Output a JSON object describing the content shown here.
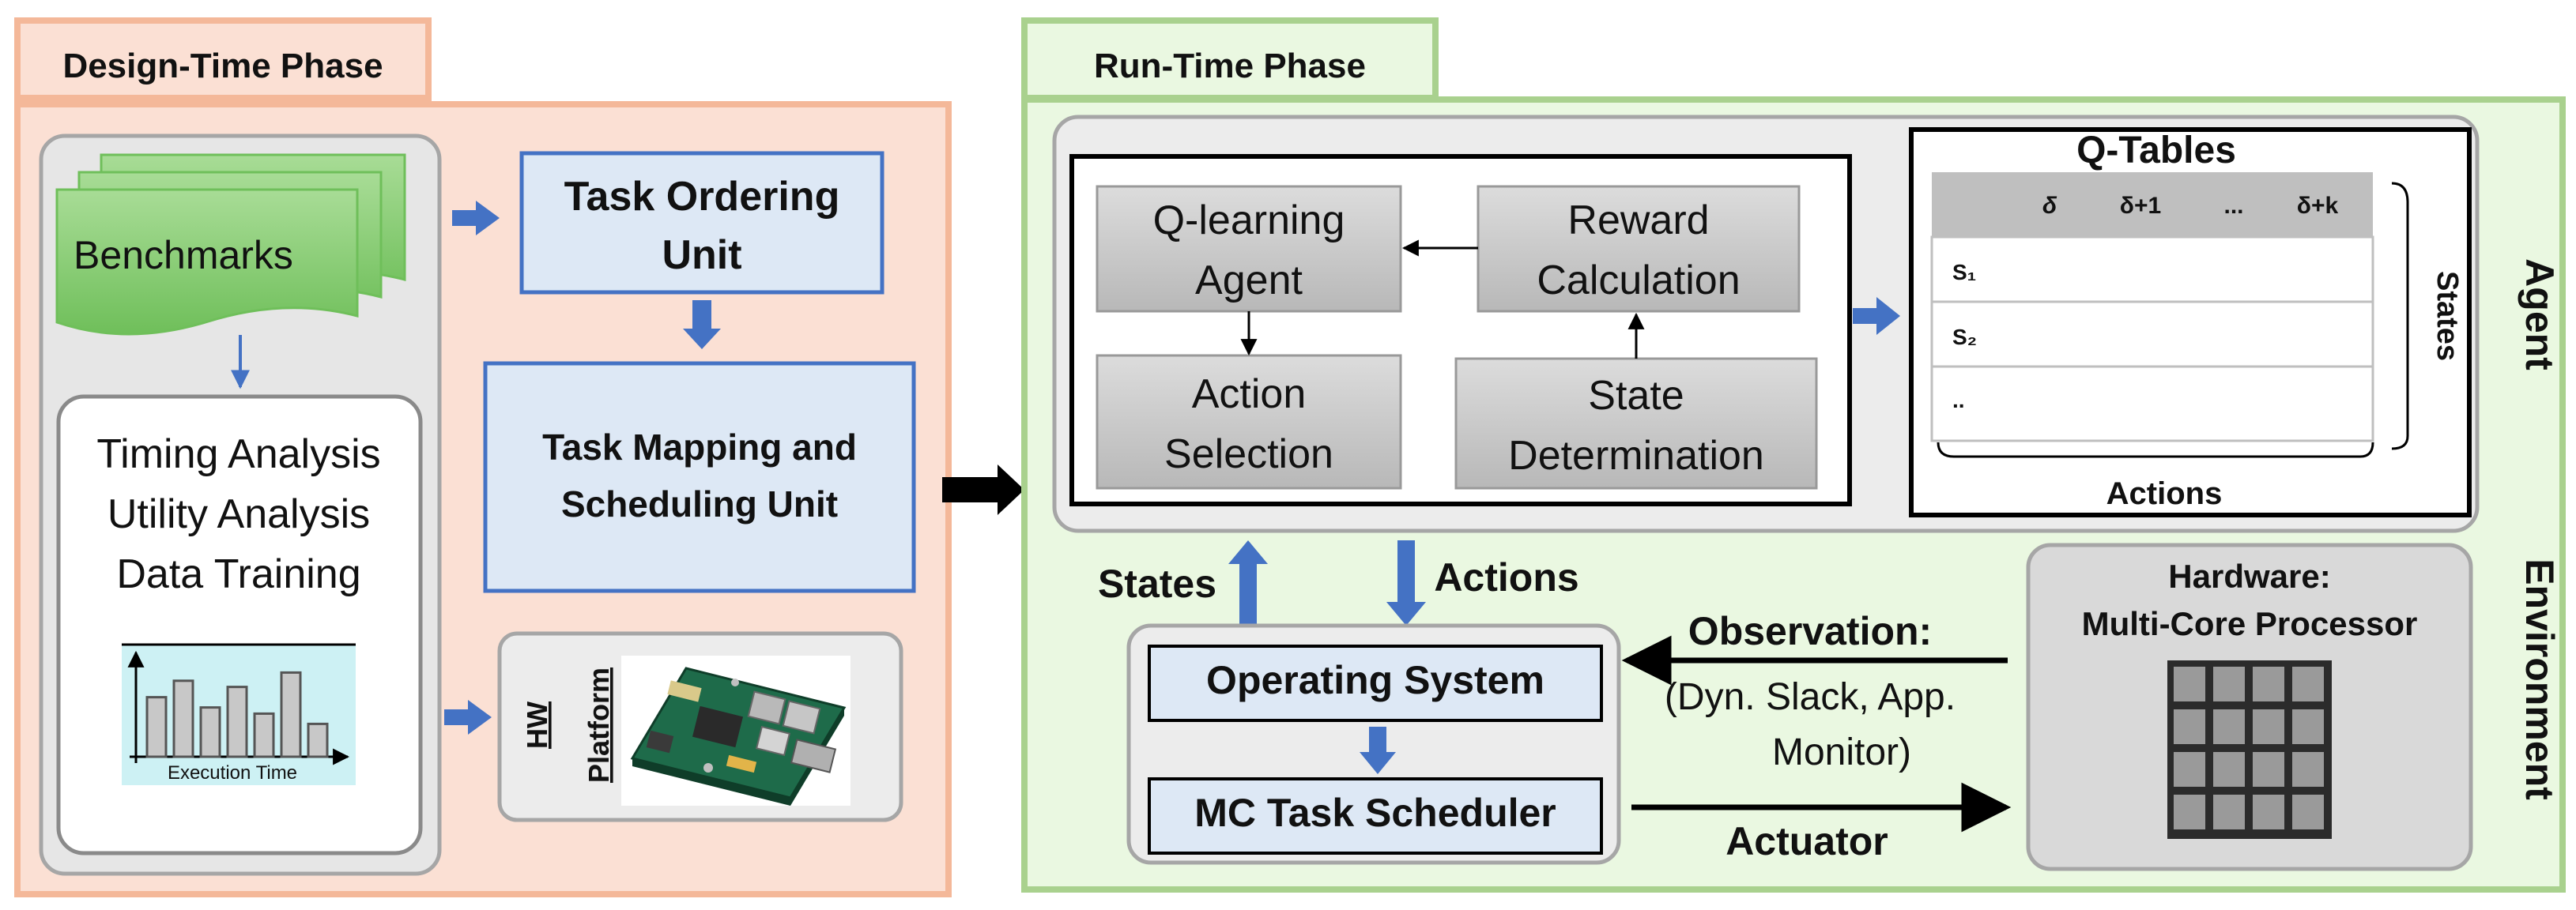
{
  "design_phase": {
    "title": "Design-Time Phase",
    "benchmarks": "Benchmarks",
    "analysis": {
      "line1": "Timing Analysis",
      "line2": "Utility Analysis",
      "line3": "Data Training"
    },
    "histogram": {
      "x_label": "Execution Time",
      "bars": [
        0.58,
        0.74,
        0.48,
        0.68,
        0.42,
        0.82,
        0.32
      ]
    },
    "task_ordering": {
      "line1": "Task Ordering",
      "line2": "Unit"
    },
    "task_mapping": {
      "line1": "Task Mapping and",
      "line2": "Scheduling Unit"
    },
    "hw_platform": {
      "line1": "HW",
      "line2": "Platform"
    }
  },
  "runtime_phase": {
    "title": "Run-Time Phase",
    "agent_label": "Agent",
    "environment_label": "Environment",
    "q_learning": {
      "line1": "Q-learning",
      "line2": "Agent"
    },
    "reward": {
      "line1": "Reward",
      "line2": "Calculation"
    },
    "action_selection": {
      "line1": "Action",
      "line2": "Selection"
    },
    "state_determination": {
      "line1": "State",
      "line2": "Determination"
    },
    "q_tables": {
      "title": "Q-Tables",
      "columns": [
        "δ",
        "δ+1",
        "...",
        "δ+k"
      ],
      "rows": [
        "S₁",
        "S₂",
        ".."
      ],
      "states_label": "States",
      "actions_label": "Actions"
    },
    "states_arrow": "States",
    "actions_arrow": "Actions",
    "operating_system": "Operating System",
    "scheduler": "MC Task Scheduler",
    "observation": {
      "title": "Observation:",
      "line1": "(Dyn. Slack, App.",
      "line2": "Monitor)"
    },
    "actuator": "Actuator",
    "hardware": {
      "line1": "Hardware:",
      "line2": "Multi-Core Processor"
    }
  },
  "colors": {
    "design_bg": "#fbe0d4",
    "design_border": "#f4b899",
    "runtime_bg": "#eaf8e1",
    "runtime_border": "#a9d18e",
    "unit_fill": "#dde8f5",
    "unit_border": "#4472c4",
    "gray_box": "#c8c8c8",
    "arrow_blue": "#4472c4",
    "bench_green": "#8fd17a"
  }
}
